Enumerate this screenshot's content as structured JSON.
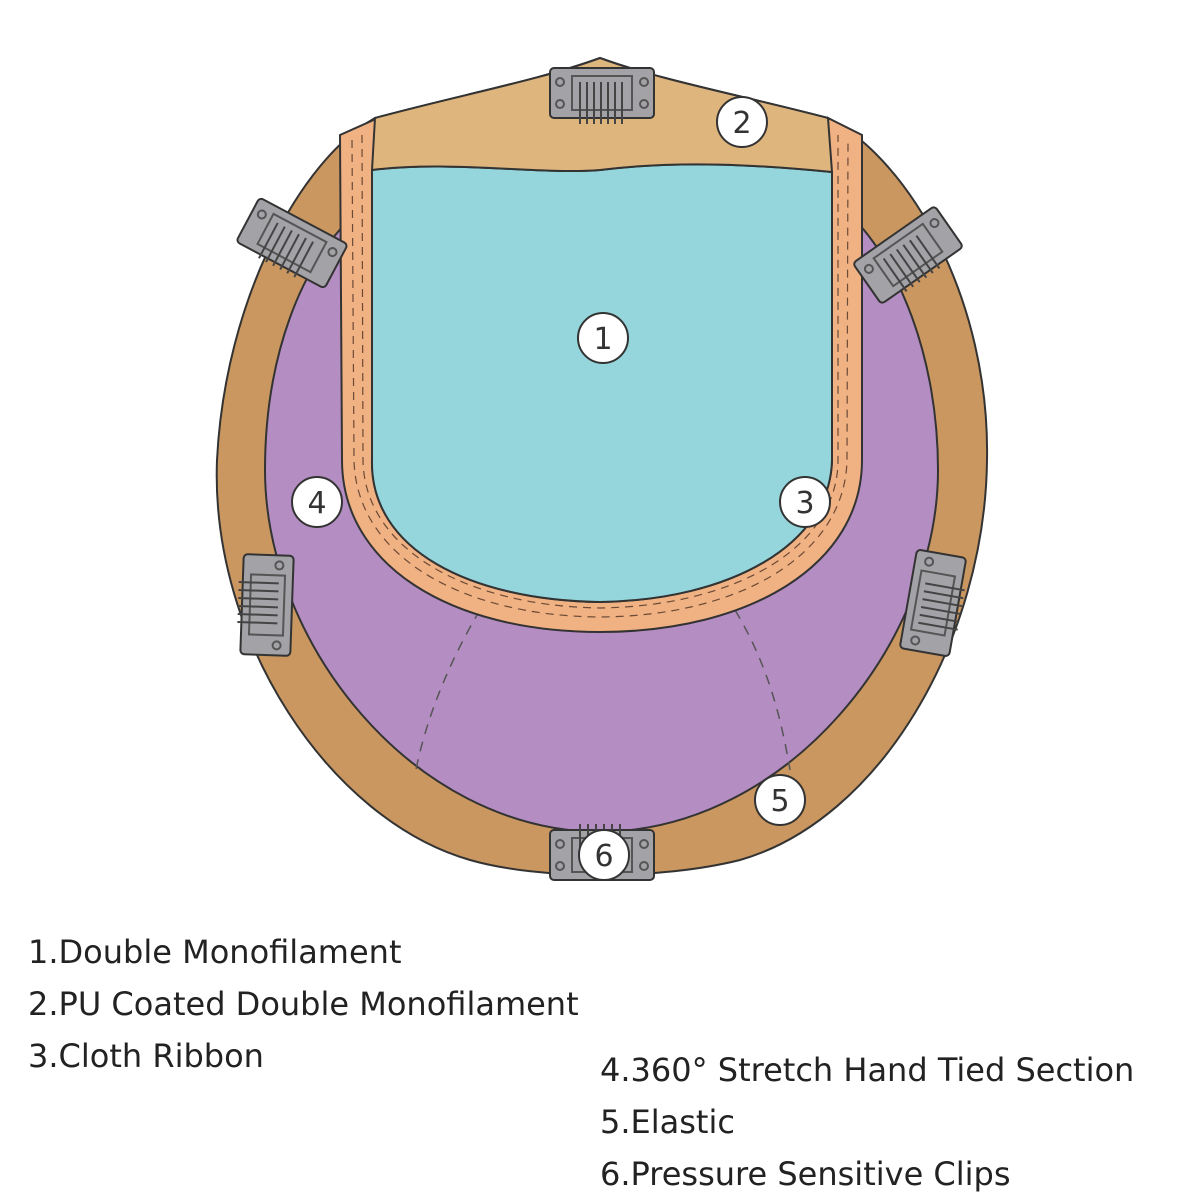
{
  "markers": [
    "1",
    "2",
    "3",
    "4",
    "5",
    "6"
  ],
  "legend": [
    {
      "num": "1.",
      "label": "Double Monofilament"
    },
    {
      "num": "2.",
      "label": "PU Coated Double Monofilament"
    },
    {
      "num": "3.",
      "label": "Cloth Ribbon"
    },
    {
      "num": "4. ",
      "label": "360° Stretch Hand Tied Section"
    },
    {
      "num": "5. ",
      "label": "Elastic"
    },
    {
      "num": "6. ",
      "label": "Pressure Sensitive Clips"
    }
  ],
  "colors": {
    "monofilament": "#94d6dc",
    "pu_coated": "#dfb57e",
    "cloth_ribbon": "#f0b183",
    "stretch_section": "#b48dc3",
    "elastic_perimeter": "#c9975f",
    "clip": "#a3a2a6",
    "outline": "#333333"
  }
}
